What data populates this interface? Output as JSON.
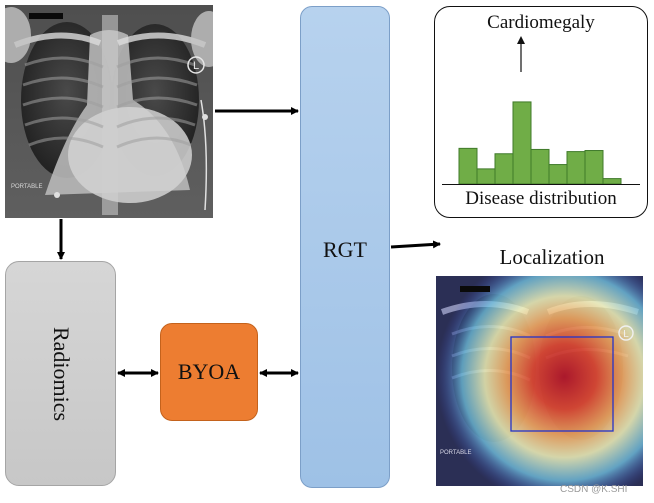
{
  "nodes": {
    "radiomics": "Radiomics",
    "byoa": "BYOA",
    "rgt": "RGT"
  },
  "distribution": {
    "peak_label": "Cardiomegaly",
    "caption": "Disease distribution",
    "bars": [
      0.33,
      0.14,
      0.28,
      0.76,
      0.32,
      0.18,
      0.3,
      0.31,
      0.05
    ]
  },
  "localization": {
    "label": "Localization"
  },
  "xray": {
    "marker": "L",
    "footer": "PORTABLE"
  },
  "watermark": "CSDN @K.SHI",
  "colors": {
    "bar": "#70ad47",
    "byoa": "#ed7d31",
    "rgt": "#a7c6e8",
    "radiomics": "#cfcfcf"
  }
}
